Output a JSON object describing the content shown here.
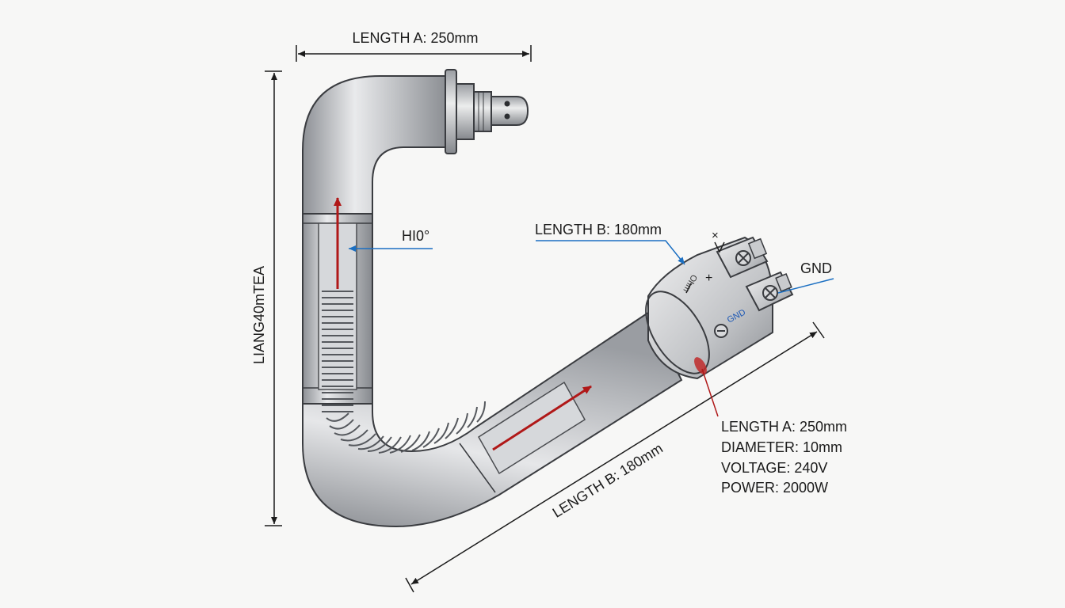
{
  "dimensions": {
    "top": "LENGTH A: 250mm",
    "left": "LIANG40mTEA",
    "diagonal": "LENGTH B: 180mm"
  },
  "callouts": {
    "angle": "HI0°",
    "length_b": "LENGTH B: 180mm",
    "gnd": "GND",
    "plus_minus": "+",
    "cap_text": "Ohm",
    "cap_gnd": "GND"
  },
  "specs": [
    "LENGTH A: 250mm",
    "DIAMETER: 10mm",
    "VOLTAGE: 240V",
    "POWER: 2000W"
  ],
  "colors": {
    "dimension_line": "#1b1b1b",
    "leader_blue": "#1b6fc2",
    "arrow_red": "#b01818",
    "tube_mid": "#b9bcc0"
  }
}
